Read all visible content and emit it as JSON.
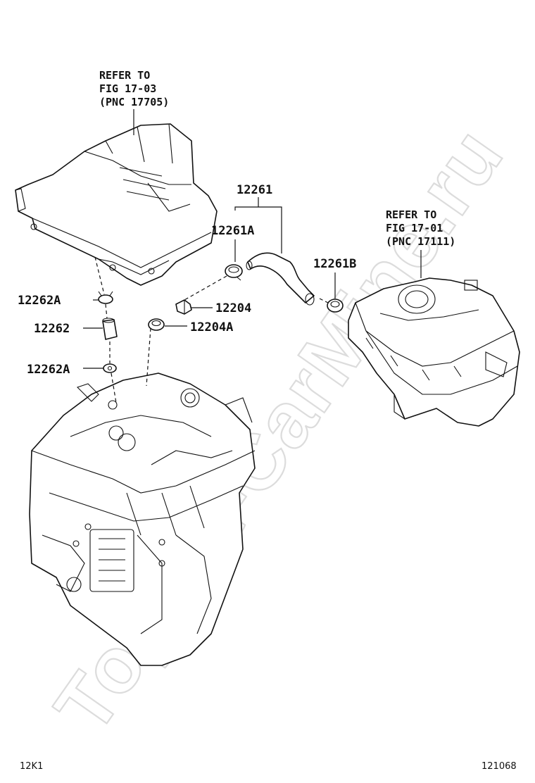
{
  "refs": {
    "air_cleaner": {
      "line1": "REFER TO",
      "line2": "FIG 17-03",
      "line3": "(PNC 17705)"
    },
    "intake_manifold": {
      "line1": "REFER TO",
      "line2": "FIG 17-01",
      "line3": "(PNC 17111)"
    }
  },
  "parts": {
    "p12261": "12261",
    "p12261A": "12261A",
    "p12261B": "12261B",
    "p12262A_top": "12262A",
    "p12262": "12262",
    "p12262A_bottom": "12262A",
    "p12204": "12204",
    "p12204A": "12204A"
  },
  "footer": {
    "left_code": "12K1",
    "right_code": "121068"
  },
  "watermark": "Toyota-CarMine.ru"
}
